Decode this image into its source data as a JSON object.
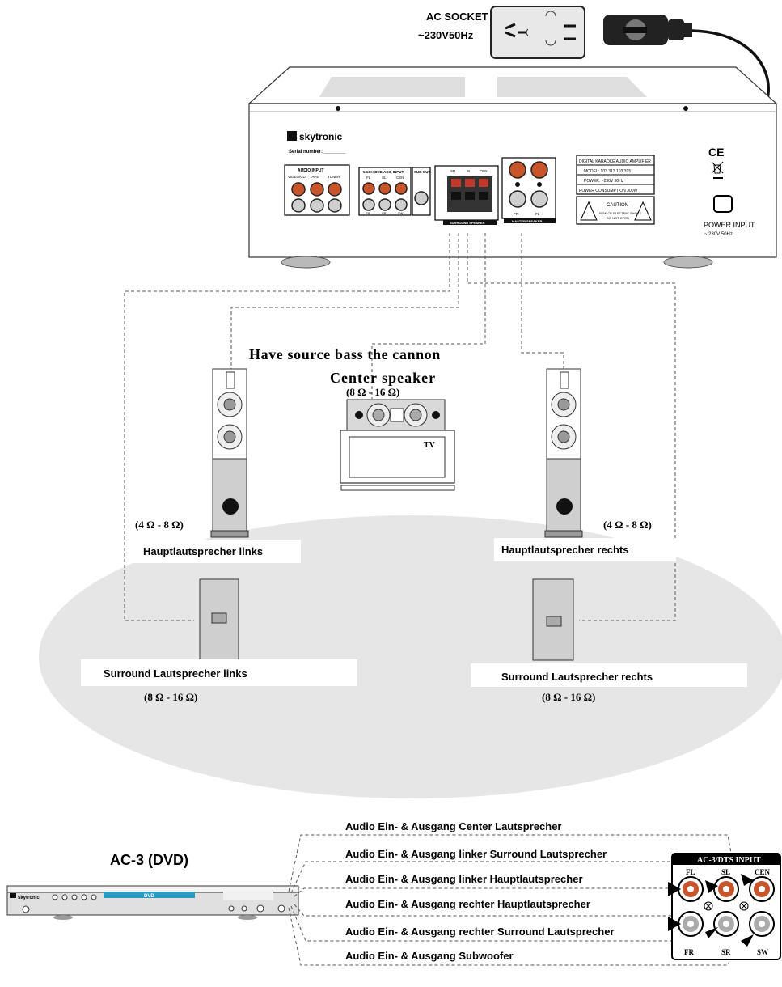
{
  "ac_socket": {
    "title": "AC SOCKET",
    "voltage": "~230V50Hz"
  },
  "amplifier": {
    "brand": "skytronic",
    "serial": "Serial number: ________",
    "audio_input": "AUDIO INPUT",
    "audio_input_jacks": [
      "VIDEO/CD",
      "TAPE",
      "TUNER"
    ],
    "dvd_input": "5.1CH(DVD/AC3) INPUT",
    "dvd_input_jacks": [
      "FL",
      "SL",
      "CEN",
      "FR",
      "SR",
      "SW"
    ],
    "sub_out": "SUB OUT",
    "surround_speaker": "SURROUND SPEAKER",
    "surround_jacks": [
      "SR",
      "SL",
      "CEN"
    ],
    "master_speaker": "MASTER SPEAKER",
    "master_jacks": [
      "FR",
      "FL"
    ],
    "info_lines": [
      "DIGITAL KARAOKE AUDIO AMPLIFIER",
      "MODEL: 103.313 103.315",
      "POWER: ~230V 50Hz",
      "POWER CONSUMPTION 300W"
    ],
    "caution_title": "CAUTION",
    "caution_text": [
      "RISK OF ELECTRIC SHOCK",
      "DO NOT OPEN"
    ],
    "ce_mark": "CE",
    "power_input_label": "POWER INPUT",
    "power_input_rating": "~ 230V 50Hz"
  },
  "speakers": {
    "heading": "Have source bass the cannon",
    "center_label": "Center speaker",
    "center_impedance": "(8 Ω - 16 Ω)",
    "tv_label": "TV",
    "main_left_impedance": "(4 Ω - 8 Ω)",
    "main_left_label": "Hauptlautsprecher links",
    "main_right_impedance": "(4 Ω - 8 Ω)",
    "main_right_label": "Hauptlautsprecher rechts",
    "surround_left_label": "Surround Lautsprecher links",
    "surround_left_impedance": "(8 Ω - 16 Ω)",
    "surround_right_label": "Surround Lautsprecher rechts",
    "surround_right_impedance": "(8 Ω - 16 Ω)"
  },
  "dvd": {
    "title": "AC-3 (DVD)",
    "brand": "skytronic",
    "display": "DVD",
    "connections": [
      "Audio Ein- & Ausgang Center Lautsprecher",
      "Audio Ein- & Ausgang linker Surround Lautsprecher",
      "Audio Ein- & Ausgang linker Hauptlautsprecher",
      "Audio Ein- & Ausgang rechter Hauptlautsprecher",
      "Audio Ein- & Ausgang rechter Surround Lautsprecher",
      "Audio Ein- & Ausgang Subwoofer"
    ]
  },
  "input_panel": {
    "title": "AC-3/DTS INPUT",
    "top_labels": [
      "FL",
      "SL",
      "CEN"
    ],
    "bottom_labels": [
      "FR",
      "SR",
      "SW"
    ]
  },
  "colors": {
    "jack_orange": "#c8542a",
    "floor_ellipse": "#e6e6e6",
    "speaker_gray": "#cfcfcf",
    "dvd_display": "#2a9cc4"
  }
}
